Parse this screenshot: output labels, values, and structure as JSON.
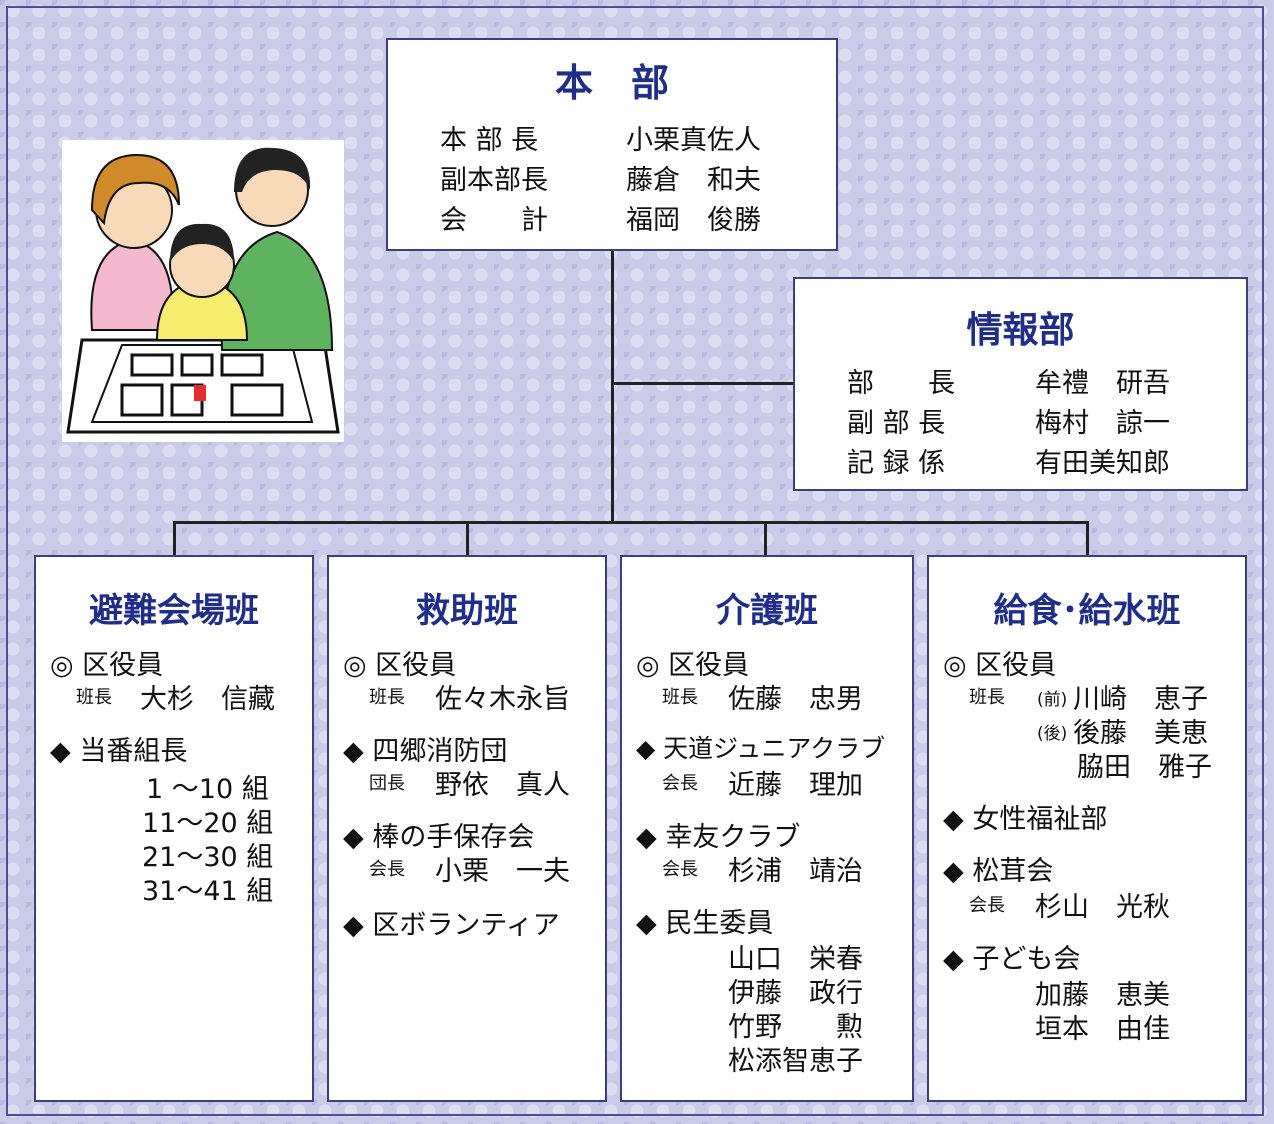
{
  "honbu": {
    "title": "本　部",
    "rows": [
      {
        "role": "本 部 長",
        "name": "小栗真佐人"
      },
      {
        "role": "副本部長",
        "name": "藤倉　和夫"
      },
      {
        "role": "会　　計",
        "name": "福岡　俊勝"
      }
    ]
  },
  "joho": {
    "title": "情報部",
    "rows": [
      {
        "role": "部　　長",
        "name": "牟禮　研吾"
      },
      {
        "role": "副 部 長",
        "name": "梅村　諒一"
      },
      {
        "role": "記 録 係",
        "name": "有田美知郎"
      }
    ]
  },
  "hinan": {
    "title": "避難会場班",
    "kuyakuin": "◎ 区役員",
    "hancho_label": "班長",
    "hancho": "大杉　信藏",
    "toban": "◆ 当番組長",
    "kumi": [
      "1 ～10 組",
      "11～20 組",
      "21～30 組",
      "31～41 組"
    ]
  },
  "kyujo": {
    "title": "救助班",
    "kuyakuin": "◎ 区役員",
    "hancho_label": "班長",
    "hancho": "佐々木永旨",
    "shobodan": "◆ 四郷消防団",
    "dancho_label": "団長",
    "dancho": "野依　真人",
    "bou": "◆ 棒の手保存会",
    "bou_label": "会長",
    "bou_kaicho": "小栗　一夫",
    "volunteer": "◆ 区ボランティア"
  },
  "kaigo": {
    "title": "介護班",
    "kuyakuin": "◎ 区役員",
    "hancho_label": "班長",
    "hancho": "佐藤　忠男",
    "tendo": "◆ 天道ジュニアクラブ",
    "tendo_label": "会長",
    "tendo_kaicho": "近藤　理加",
    "koyu": "◆ 幸友クラブ",
    "koyu_label": "会長",
    "koyu_kaicho": "杉浦　靖治",
    "minsei": "◆ 民生委員",
    "minsei_members": [
      "山口　栄春",
      "伊藤　政行",
      "竹野　　勲",
      "松添智恵子"
    ]
  },
  "kyushoku": {
    "title": "給食･給水班",
    "kuyakuin": "◎ 区役員",
    "hancho_label": "班長",
    "zen": "(前)",
    "zen_name": "川崎　恵子",
    "go": "(後)",
    "go_name": "後藤　美恵",
    "third": "脇田　雅子",
    "josei": "◆ 女性福祉部",
    "matsutake": "◆ 松茸会",
    "matsutake_label": "会長",
    "matsutake_kaicho": "杉山　光秋",
    "kodomo": "◆ 子ども会",
    "kodomo_members": [
      "加藤　恵美",
      "垣本　由佳"
    ]
  }
}
